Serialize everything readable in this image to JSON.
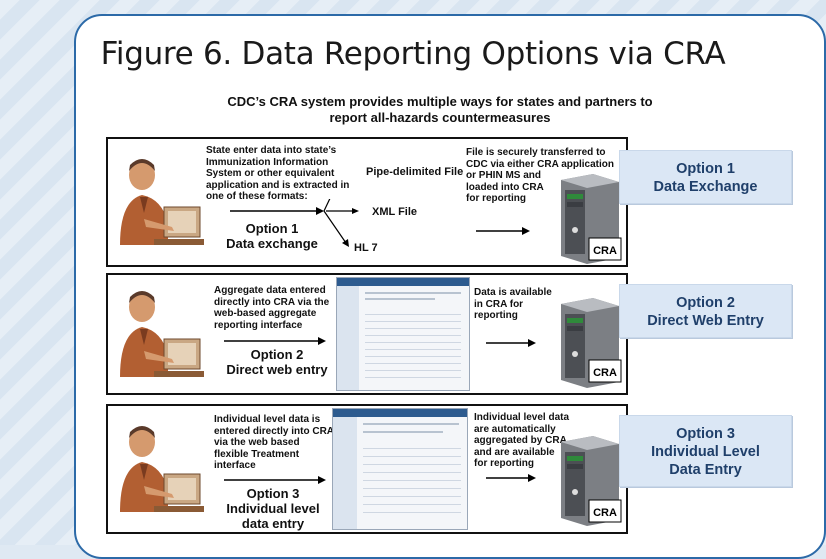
{
  "title": "Figure 6. Data Reporting Options via CRA",
  "subtitle_line1": "CDC’s CRA system provides multiple ways for states and partners to",
  "subtitle_line2": "report all-hazards countermeasures",
  "server_label": "CRA",
  "option1": {
    "left_text": [
      "State enter data into state’s",
      "Immunization Information",
      "System or other equivalent",
      "application and is extracted in",
      "one of these formats:"
    ],
    "label_line1": "Option 1",
    "label_line2": "Data exchange",
    "formats": [
      "Pipe-delimited File",
      "XML File",
      "HL 7"
    ],
    "right_text": [
      "File is securely transferred to",
      "CDC via either CRA application",
      "or PHIN MS and",
      "loaded into CRA",
      "for reporting"
    ],
    "badge_line1": "Option 1",
    "badge_line2": "Data Exchange"
  },
  "option2": {
    "left_text": [
      "Aggregate data entered",
      "directly into CRA via the",
      "web-based aggregate",
      "reporting interface"
    ],
    "label_line1": "Option 2",
    "label_line2": "Direct web entry",
    "right_text": [
      "Data is available",
      "in CRA for",
      "reporting"
    ],
    "badge_line1": "Option 2",
    "badge_line2": "Direct Web Entry"
  },
  "option3": {
    "left_text": [
      "Individual level data is",
      "entered directly into CRA",
      "via the web based",
      "flexible Treatment",
      "interface"
    ],
    "label_line1": "Option 3",
    "label_line2": "Individual level",
    "label_line3": "data entry",
    "right_text": [
      "Individual level data",
      "are automatically",
      "aggregated by CRA",
      "and are available",
      "for reporting"
    ],
    "badge_line1": "Option 3",
    "badge_line2": "Individual Level",
    "badge_line3": "Data Entry"
  },
  "colors": {
    "border": "#2c6aa8",
    "badge_bg": "#dbe7f5",
    "badge_text": "#1f3f6a"
  }
}
